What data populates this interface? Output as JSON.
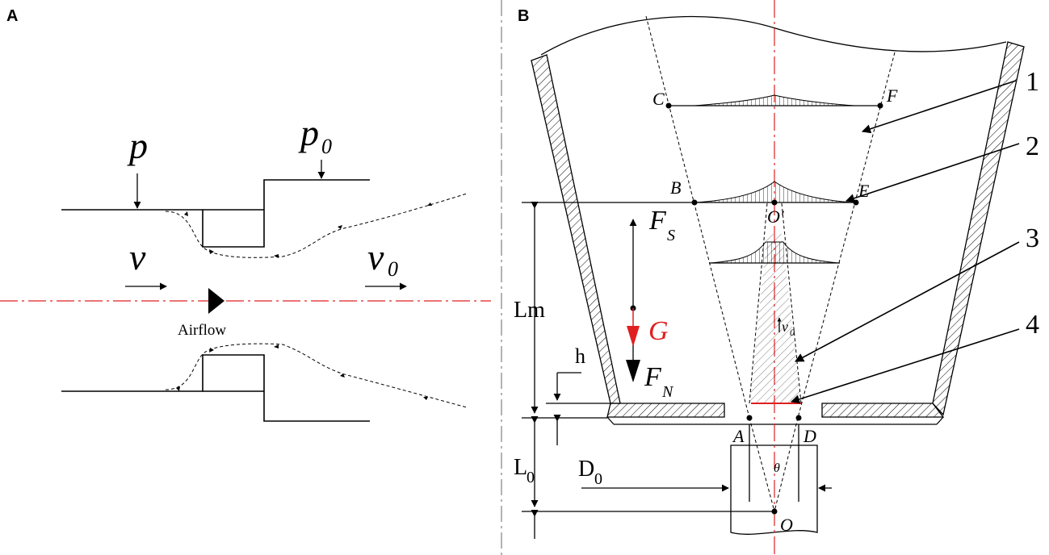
{
  "panel_a": {
    "label": "A",
    "p": "p",
    "p0": "p",
    "p0_sub": "0",
    "v": "v",
    "v0": "v",
    "v0_sub": "0",
    "airflow": "Airflow"
  },
  "panel_b": {
    "label": "B",
    "points": {
      "A": "A",
      "B": "B",
      "C": "C",
      "D": "D",
      "E": "E",
      "F": "F",
      "O": "O",
      "O_prime": "O′"
    },
    "callouts": [
      "1",
      "2",
      "3",
      "4"
    ],
    "forces": {
      "FS": "F",
      "FS_sub": "S",
      "G": "G",
      "FN": "F",
      "FN_sub": "N"
    },
    "dims": {
      "Lm": "Lm",
      "h": "h",
      "L0": "L",
      "L0_sub": "0",
      "D0": "D",
      "D0_sub": "0"
    },
    "v0": "v",
    "v0_sub": "0",
    "theta": "θ"
  },
  "colors": {
    "line": "#000000",
    "center_axis": "#e02020",
    "gravity": "#e02020"
  }
}
